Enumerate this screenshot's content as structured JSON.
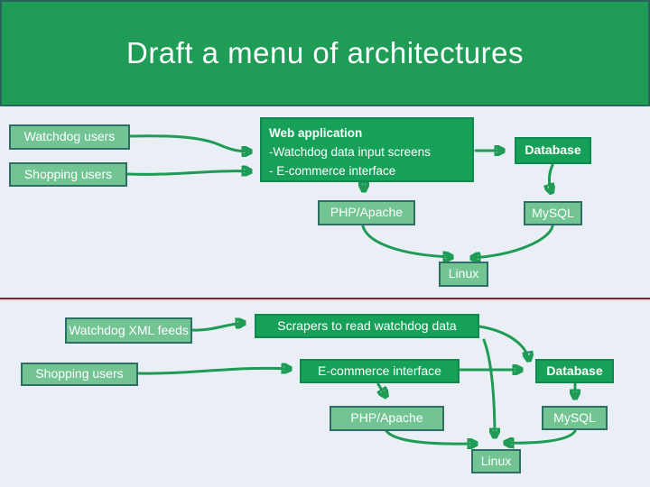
{
  "title": "Draft a menu of architectures",
  "colors": {
    "title_bar": "#1f9d57",
    "dark_box": "#17a158",
    "light_box": "#72c493",
    "arrow": "#1e9b55",
    "divider": "#6b2d35",
    "background": "#eaeff5",
    "text": "#ffffff"
  },
  "architecture_1": {
    "watchdog_users": "Watchdog users",
    "shopping_users": "Shopping users",
    "web_application": {
      "title": "Web application",
      "line1": "-Watchdog data input screens",
      "line2": "- E-commerce interface"
    },
    "database": "Database",
    "php_apache": "PHP/Apache",
    "mysql": "MySQL",
    "linux": "Linux"
  },
  "architecture_2": {
    "watchdog_xml_feeds": "Watchdog XML feeds",
    "shopping_users": "Shopping users",
    "scrapers": "Scrapers to read watchdog data",
    "ecommerce_interface": "E-commerce interface",
    "database": "Database",
    "php_apache": "PHP/Apache",
    "mysql": "MySQL",
    "linux": "Linux"
  }
}
